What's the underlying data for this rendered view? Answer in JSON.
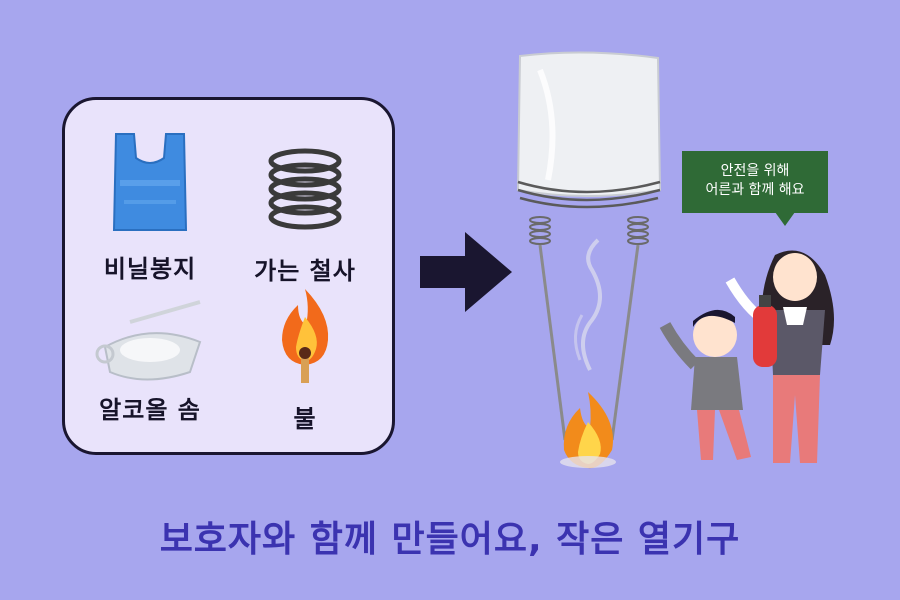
{
  "materials": {
    "plastic_bag": {
      "label": "비닐봉지",
      "icon": "plastic-bag-icon"
    },
    "thin_wire": {
      "label": "가는 철사",
      "icon": "wire-coil-icon"
    },
    "cotton": {
      "label": "알코올 솜",
      "icon": "alcohol-cotton-icon"
    },
    "fire": {
      "label": "불",
      "icon": "match-fire-icon"
    }
  },
  "speech_bubble": {
    "line1": "안전을 위해",
    "line2": "어른과 함께 해요"
  },
  "caption": "보호자와 함께 만들어요, 작은 열기구",
  "colors": {
    "background": "#a7a6ee",
    "box": "#e9e3fb",
    "caption": "#3b33b0",
    "bubble": "#2f6a36"
  }
}
